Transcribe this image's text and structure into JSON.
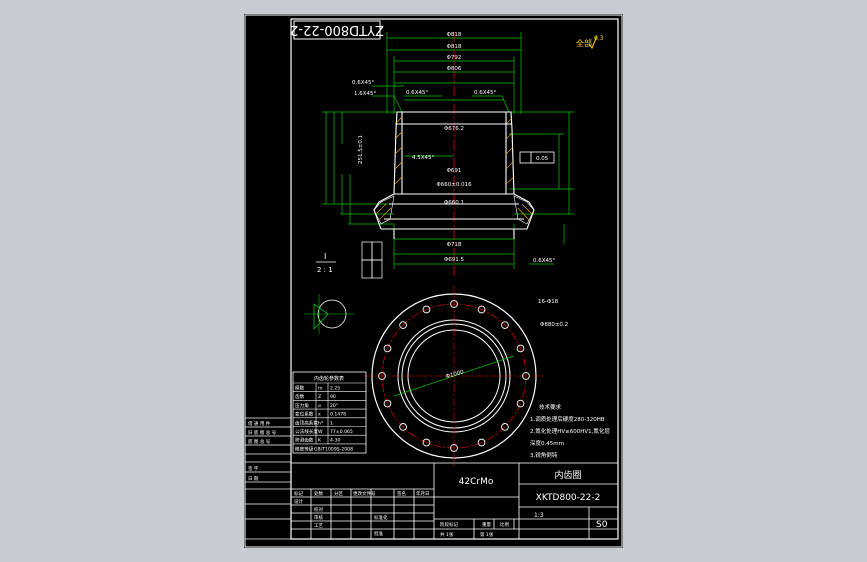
{
  "drawing": {
    "code_upside_down": "ZYTD800-22-2",
    "roughness_note": "全部",
    "roughness_value": "6.3",
    "material": "42CrMo",
    "part_name": "内齿圈",
    "drawing_code": "XKTD800-22-2",
    "scale": "1:3",
    "sheet_label": "S0",
    "detail_mark": "I",
    "detail_scale": "2 : 1"
  },
  "dimensions": {
    "d_top": "Φ818",
    "d1": "Φ818",
    "d2": "Φ792",
    "d3": "Φ806",
    "chamfer_top": "0.6X45°",
    "chamfer_left": "1.6X45°",
    "chamfer_mid": "0.6X45°",
    "chamfer_right": "0.6X45°",
    "bore1": "Φ676.2",
    "chamfer_inner": "4.5X45°",
    "bore2": "Φ691",
    "bore3": "Φ660±0.016",
    "bore4": "Φ660.1",
    "bottom1": "Φ718",
    "bottom2": "Φ691.5",
    "chamfer_bottom": "0.6X45°",
    "height_total": "251.5±0.1",
    "tol_box": "0.05",
    "holes": "16-Φ18",
    "pcd": "Φ880±0.2",
    "diag_dim": "Φ1000"
  },
  "gear_table": {
    "title": "内齿轮参数表",
    "rows": [
      {
        "name": "模数",
        "sym": "m",
        "val": "2.25"
      },
      {
        "name": "齿数",
        "sym": "Z",
        "val": "90"
      },
      {
        "name": "压力角",
        "sym": "α",
        "val": "20°"
      },
      {
        "name": "变位系数",
        "sym": "x",
        "val": "0.1478"
      },
      {
        "name": "齿顶高系数",
        "sym": "h*",
        "val": "1"
      },
      {
        "name": "公法线长度",
        "sym": "W",
        "val": "77±0.065"
      },
      {
        "name": "跨测齿数",
        "sym": "K",
        "val": "4-30"
      },
      {
        "name": "精度等级",
        "sym": "",
        "val": "GB/T10095-2008"
      }
    ]
  },
  "tech_requirements": {
    "title": "技术要求",
    "items": [
      "1.调质处理后硬度280-320HB",
      "2.氮化处理HV≥600HV1,氮化层",
      "深度0.45mm",
      "3.锐角倒钝"
    ]
  },
  "title_block": {
    "left_labels": [
      "借 通 用 件",
      "旧 底 图 总 号",
      "底 图 总 号",
      "签 字",
      "日 期"
    ],
    "revision_headers": [
      "标记",
      "处数",
      "分区",
      "更改文件号",
      "签名",
      "年月日"
    ],
    "roles": [
      "设计",
      "校对",
      "审核",
      "工艺",
      "标准化",
      "批准"
    ],
    "stage_label": "阶段标记",
    "weight_label": "重量",
    "scale_label": "比例",
    "sheets_label": "共 1张",
    "sheet_no_label": "第 1张"
  }
}
